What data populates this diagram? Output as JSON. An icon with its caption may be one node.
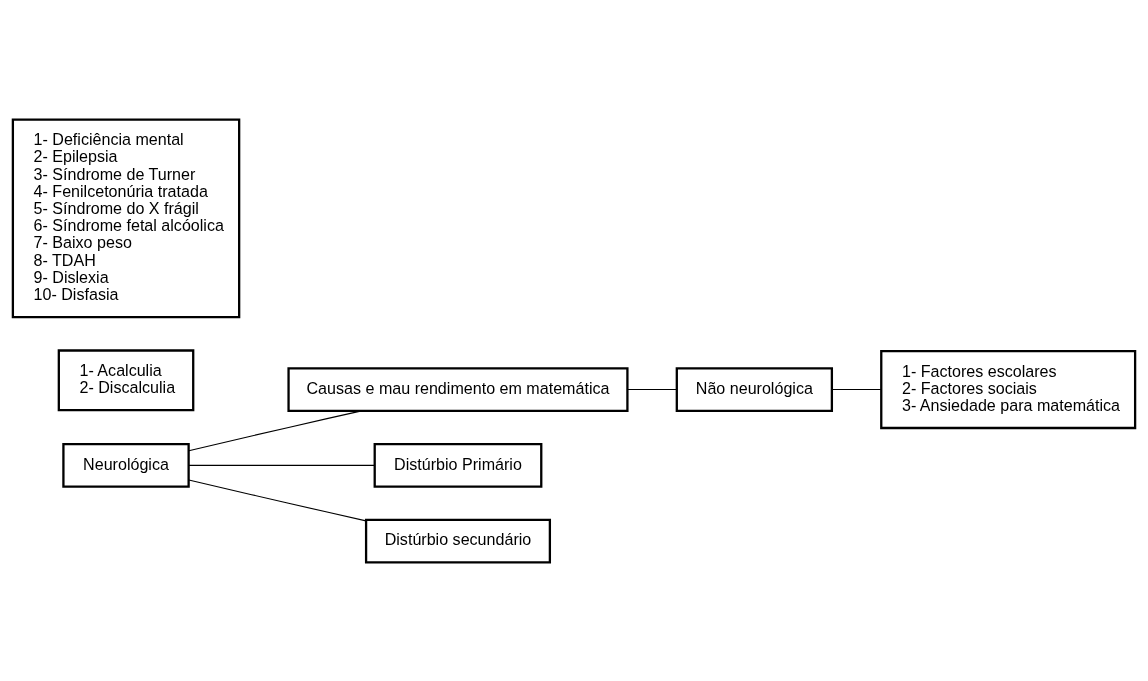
{
  "diagram": {
    "nodes": [
      {
        "text": [
          "Causas e mau rendimento em matemática"
        ]
      },
      {
        "text": [
          "Neurológica"
        ]
      },
      {
        "text": [
          "Distúrbio Primário"
        ]
      },
      {
        "text": [
          "1- Acalculia",
          "2- Discalculia"
        ]
      },
      {
        "text": [
          "Distúrbio secundário"
        ]
      },
      {
        "text": [
          "1- Deficiência mental",
          "2- Epilepsia",
          "3- Síndrome de Turner",
          "4- Fenilcetonúria tratada",
          "5- Síndrome do X frágil",
          "6- Síndrome fetal alcóolica",
          "7- Baixo peso",
          "8- TDAH",
          "9- Dislexia",
          "10- Disfasia"
        ]
      },
      {
        "text": [
          "Não neurológica"
        ]
      },
      {
        "text": [
          "1- Factores escolares",
          "2- Factores sociais",
          "3- Ansiedade para matemática"
        ]
      }
    ],
    "edges": [
      {
        "from": 1,
        "to": 0,
        "arrow": "none"
      },
      {
        "from": 1,
        "to": 2,
        "arrow": "none"
      },
      {
        "from": 1,
        "to": 4,
        "arrow": "none"
      },
      {
        "from": 0,
        "to": 6,
        "arrow": "none"
      },
      {
        "from": 6,
        "to": 7,
        "arrow": "none"
      }
    ]
  }
}
